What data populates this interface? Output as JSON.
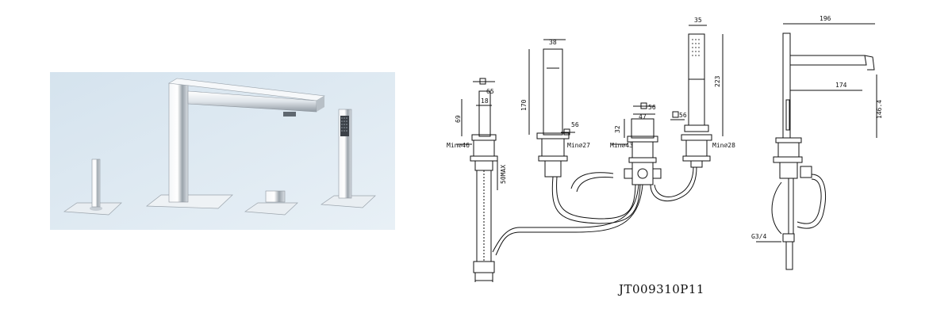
{
  "product": {
    "model_code": "JT009310P11",
    "photo_alt": "Four-piece deck-mounted bath/shower faucet set: two square lever handles, tall square spout and pull-out square hand shower",
    "component_icons": [
      "lever-handle-icon",
      "spout-icon",
      "diverter-icon",
      "hand-shower-icon"
    ]
  },
  "dimensions": {
    "handle": {
      "square_top": "65",
      "width": "18",
      "height": "69",
      "min_hole": "Min∅46",
      "max_deck": "50MAX"
    },
    "spout_column": {
      "width": "38",
      "height": "170",
      "square_base": "56",
      "min_hole": "Min∅27"
    },
    "diverter": {
      "square_top": "56",
      "width": "47",
      "height": "32",
      "min_hole": "Min∅43"
    },
    "hand_shower": {
      "width": "35",
      "height": "223",
      "square_base": "56",
      "min_hole": "Min∅28"
    },
    "side_view": {
      "reach": "196",
      "outlet_reach": "174",
      "height": "146.4",
      "connection": "G3/4"
    }
  }
}
